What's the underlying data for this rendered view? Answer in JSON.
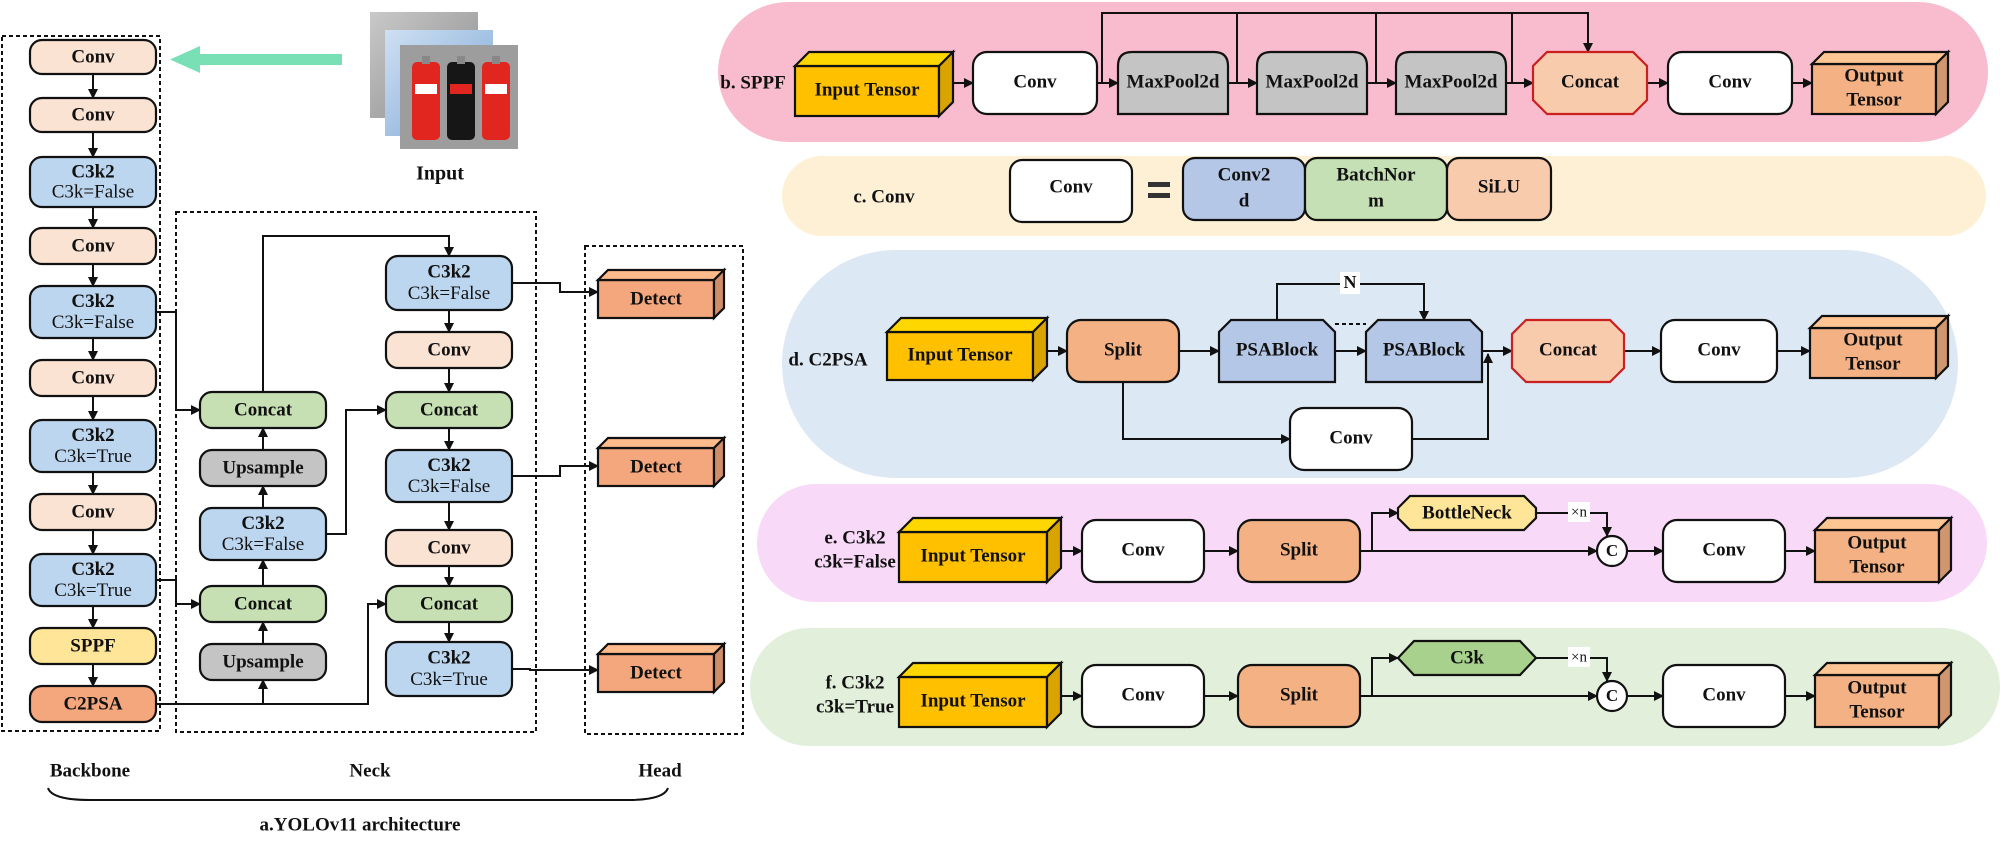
{
  "colors": {
    "conv_peach": "#fbe3d3",
    "c3k2_blue": "#bcd6ef",
    "concat_green": "#c6e0b4",
    "upsample_gray": "#c4c4c4",
    "sppf_yellow": "#ffe597",
    "c2psa_orange": "#f4a77c",
    "detect_orange": "#f4a77c",
    "input_tensor_gold": "#ffc000",
    "arrow_mint": "#79e0b6",
    "panel_sppf_pink": "#f9bccf",
    "panel_conv_cream": "#fdf0d5",
    "panel_c2psa_blue": "#dde8f5",
    "panel_c3k2false_pink": "#f8d9f7",
    "panel_c3k2true_green": "#e2efda"
  },
  "yolo": {
    "input_label": "Input",
    "backbone": {
      "label": "Backbone",
      "blocks": [
        {
          "title": "Conv",
          "sub": ""
        },
        {
          "title": "Conv",
          "sub": ""
        },
        {
          "title": "C3k2",
          "sub": "C3k=False"
        },
        {
          "title": "Conv",
          "sub": ""
        },
        {
          "title": "C3k2",
          "sub": "C3k=False"
        },
        {
          "title": "Conv",
          "sub": ""
        },
        {
          "title": "C3k2",
          "sub": "C3k=True"
        },
        {
          "title": "Conv",
          "sub": ""
        },
        {
          "title": "C3k2",
          "sub": "C3k=True"
        },
        {
          "title": "SPPF",
          "sub": ""
        },
        {
          "title": "C2PSA",
          "sub": ""
        }
      ]
    },
    "neck": {
      "label": "Neck",
      "left_column": [
        {
          "title": "Concat",
          "sub": ""
        },
        {
          "title": "Upsample",
          "sub": ""
        },
        {
          "title": "C3k2",
          "sub": "C3k=False"
        },
        {
          "title": "Concat",
          "sub": ""
        },
        {
          "title": "Upsample",
          "sub": ""
        }
      ],
      "right_column": [
        {
          "title": "C3k2",
          "sub": "C3k=False"
        },
        {
          "title": "Conv",
          "sub": ""
        },
        {
          "title": "Concat",
          "sub": ""
        },
        {
          "title": "C3k2",
          "sub": "C3k=False"
        },
        {
          "title": "Conv",
          "sub": ""
        },
        {
          "title": "Concat",
          "sub": ""
        },
        {
          "title": "C3k2",
          "sub": "C3k=True"
        }
      ]
    },
    "head": {
      "label": "Head",
      "blocks": [
        "Detect",
        "Detect",
        "Detect"
      ]
    },
    "caption": "a.YOLOv11 architecture"
  },
  "sppf": {
    "label": "b. SPPF",
    "blocks": [
      "Input Tensor",
      "Conv",
      "MaxPool2d",
      "MaxPool2d",
      "MaxPool2d",
      "Concat",
      "Conv"
    ],
    "output": [
      "Output",
      "Tensor"
    ]
  },
  "conv": {
    "label": "c. Conv",
    "lhs": "Conv",
    "equals": "=",
    "parts": [
      [
        "Conv2",
        "d"
      ],
      [
        "BatchNor",
        "m"
      ],
      [
        "SiLU"
      ]
    ]
  },
  "c2psa": {
    "label": "d. C2PSA",
    "input": "Input Tensor",
    "split": "Split",
    "psablock1": "PSABlock",
    "psablock2": "PSABlock",
    "repeat": "N",
    "concat": "Concat",
    "conv_bypass": "Conv",
    "conv": "Conv",
    "output": [
      "Output",
      "Tensor"
    ]
  },
  "c3k2_false": {
    "label": [
      "e. C3k2",
      "c3k=False"
    ],
    "input": "Input Tensor",
    "conv1": "Conv",
    "split": "Split",
    "branch": "BottleNeck",
    "repeat": "×n",
    "concat_symbol": "C",
    "conv2": "Conv",
    "output": [
      "Output",
      "Tensor"
    ]
  },
  "c3k2_true": {
    "label": [
      "f. C3k2",
      "c3k=True"
    ],
    "input": "Input Tensor",
    "conv1": "Conv",
    "split": "Split",
    "branch": "C3k",
    "repeat": "×n",
    "concat_symbol": "C",
    "conv2": "Conv",
    "output": [
      "Output",
      "Tensor"
    ]
  }
}
